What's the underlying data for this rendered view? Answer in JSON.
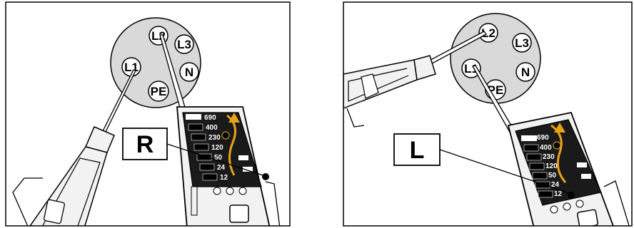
{
  "left_panel": {
    "callout": "R",
    "socket_labels": [
      "L1",
      "L2",
      "L3",
      "N",
      "PE"
    ],
    "tester_scale": [
      "690",
      "400",
      "230",
      "120",
      "50",
      "24",
      "12"
    ],
    "probed_contacts": [
      "L1",
      "L2"
    ]
  },
  "right_panel": {
    "callout": "L",
    "socket_labels": [
      "L2",
      "L3",
      "L1",
      "N",
      "PE"
    ],
    "tester_scale": [
      "690",
      "400",
      "230",
      "120",
      "50",
      "24",
      "12"
    ],
    "probed_contacts": [
      "L2",
      "L1"
    ]
  },
  "colors": {
    "outline": "#000000",
    "socket_face": "#d9d9d9",
    "tester_body": "#f2f2f2",
    "display_panel": "#1a1a1a",
    "range_arc": "#e8a21a"
  }
}
